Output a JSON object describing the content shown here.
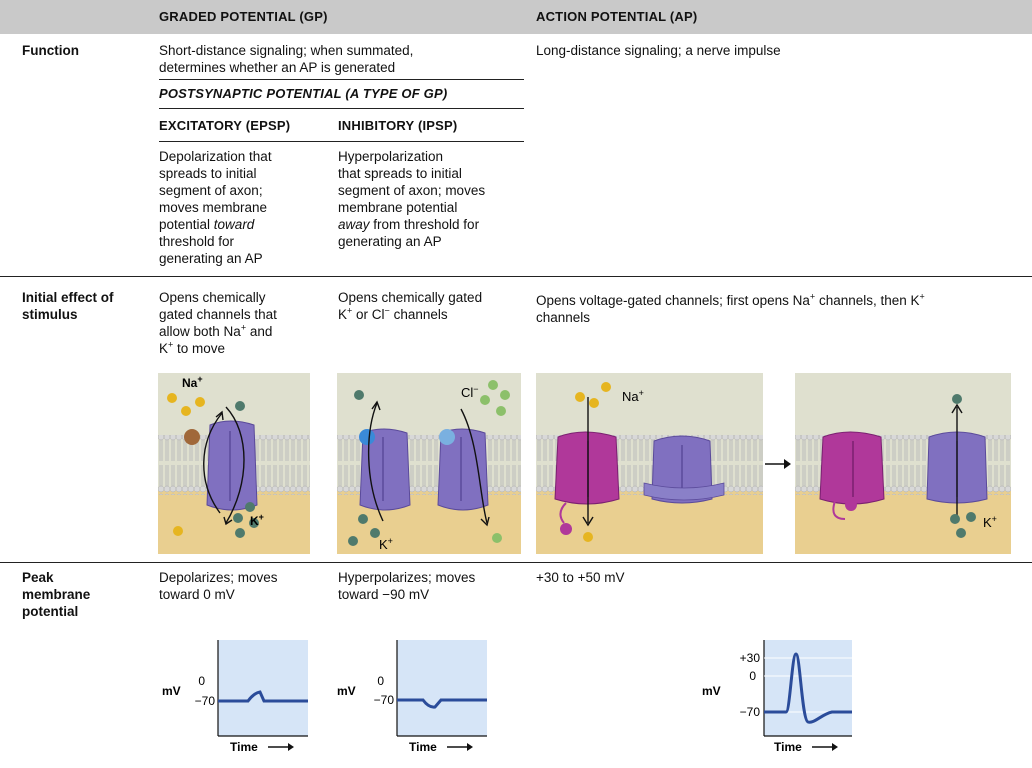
{
  "header": {
    "gp": "GRADED POTENTIAL (GP)",
    "ap": "ACTION POTENTIAL (AP)"
  },
  "rows": {
    "function": {
      "label": "Function",
      "gp_line1": "Short-distance signaling; when summated,",
      "gp_line2": "determines whether an AP is generated",
      "ap": "Long-distance signaling; a nerve impulse",
      "psp_header": "POSTSYNAPTIC POTENTIAL (A TYPE OF GP)",
      "epsp_header": "EXCITATORY (EPSP)",
      "ipsp_header": "INHIBITORY (IPSP)",
      "epsp_lines": [
        "Depolarization that",
        "spreads to initial",
        "segment of axon;",
        "moves membrane",
        "potential ",
        "toward",
        "threshold for",
        "generating an AP"
      ],
      "ipsp_lines": [
        "Hyperpolarization",
        "that spreads to initial",
        "segment of axon; moves",
        "membrane potential",
        "away",
        " from threshold for",
        "generating an AP"
      ]
    },
    "initial_effect": {
      "label_line1": "Initial effect of",
      "label_line2": "stimulus",
      "epsp_line1": "Opens chemically",
      "epsp_line2": "gated channels that",
      "epsp_line3a": "allow both Na",
      "epsp_line3b": " and",
      "epsp_line4a": "K",
      "epsp_line4b": " to move",
      "ipsp_line1": "Opens chemically gated",
      "ipsp_line2a": "K",
      "ipsp_line2b": " or Cl",
      "ipsp_line2c": " channels",
      "ap_line1a": "Opens voltage-gated channels; first opens Na",
      "ap_line1b": " channels, then K",
      "ap_line2": "channels",
      "plus": "+",
      "minus": "−"
    },
    "peak": {
      "label_line1": "Peak",
      "label_line2": "membrane",
      "label_line3": "potential",
      "epsp_line1": "Depolarizes; moves",
      "epsp_line2": "toward 0 mV",
      "ipsp_line1": "Hyperpolarizes; moves",
      "ipsp_line2": "toward −90 mV",
      "ap": "+30 to +50 mV"
    }
  },
  "diagram_labels": {
    "na": "Na",
    "k": "K",
    "cl": "Cl",
    "plus": "+",
    "minus": "−"
  },
  "graphs": {
    "mv": "mV",
    "time": "Time",
    "tick_0": "0",
    "tick_m70": "−70",
    "tick_p30": "+30"
  },
  "colors": {
    "header_band": "#c9c9c9",
    "graph_bg": "#d6e5f7",
    "trace": "#2b4c9a",
    "membrane_bg": "#dfe0cf",
    "cytoplasm": "#e9cf90",
    "channel_purple": "#8070c0",
    "channel_magenta": "#b0389a",
    "na_ion": "#e6b520",
    "k_ion": "#4f7a6c",
    "cl_ion": "#8cc06a"
  }
}
